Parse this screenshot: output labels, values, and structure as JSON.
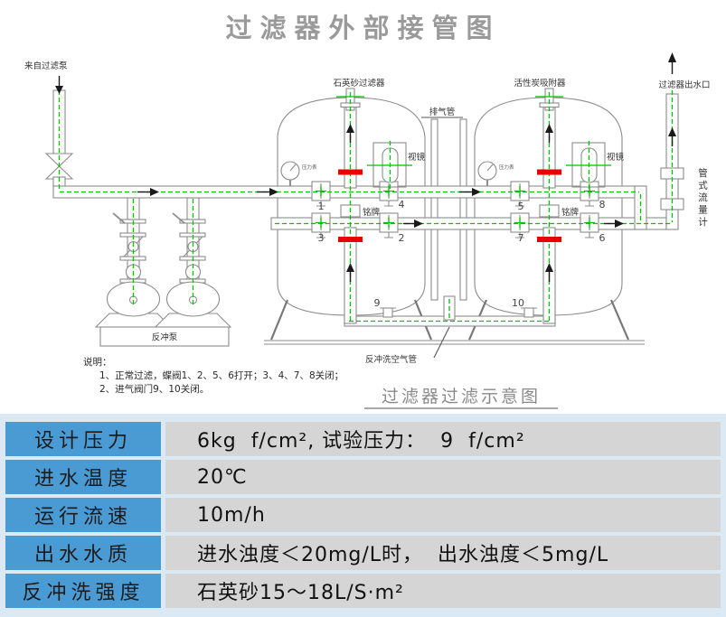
{
  "title": "过滤器外部接管图",
  "diagram": {
    "caption": "过滤器过滤示意图",
    "labels": {
      "inlet": "来自过滤泵",
      "tank1": "石英砂过滤器",
      "tank2": "活性炭吸附器",
      "exhaust": "排气管",
      "outlet": "过滤器出水口",
      "flowmeter": "管式流量计",
      "sight1": "视镜",
      "sight2": "视镜",
      "plate1": "铭牌",
      "plate2": "铭牌",
      "gauge1": "压力表",
      "gauge2": "压力表",
      "pump": "反冲泵",
      "airpipe": "反冲洗空气管"
    },
    "valves": [
      "1",
      "2",
      "3",
      "4",
      "5",
      "6",
      "7",
      "8",
      "9",
      "10"
    ],
    "notes": {
      "heading": "说明：",
      "line1": "1、正常过滤，蝶阀1、2、5、6打开；3、4、7、8关闭；",
      "line2": "2、进气阀门9、10关闭。"
    },
    "colors": {
      "flow_green": "#00c000",
      "flange_red": "#e60000",
      "line_gray": "#8c8c8c"
    }
  },
  "table": {
    "rows": [
      {
        "label": "设计压力",
        "value": "6kg  f/cm², 试验压力：  9  f/cm²"
      },
      {
        "label": "进水温度",
        "value": "20℃"
      },
      {
        "label": "运行流速",
        "value": "10m/h"
      },
      {
        "label": "出水水质",
        "value": "进水浊度＜20mg/L时，  出水浊度＜5mg/L"
      },
      {
        "label": "反冲洗强度",
        "value": "石英砂15～18L/S·m²"
      }
    ],
    "colors": {
      "label_bg": "#4a9ad4",
      "value_bg": "#d5d5d5",
      "area_bg": "#dbe9f5"
    }
  }
}
